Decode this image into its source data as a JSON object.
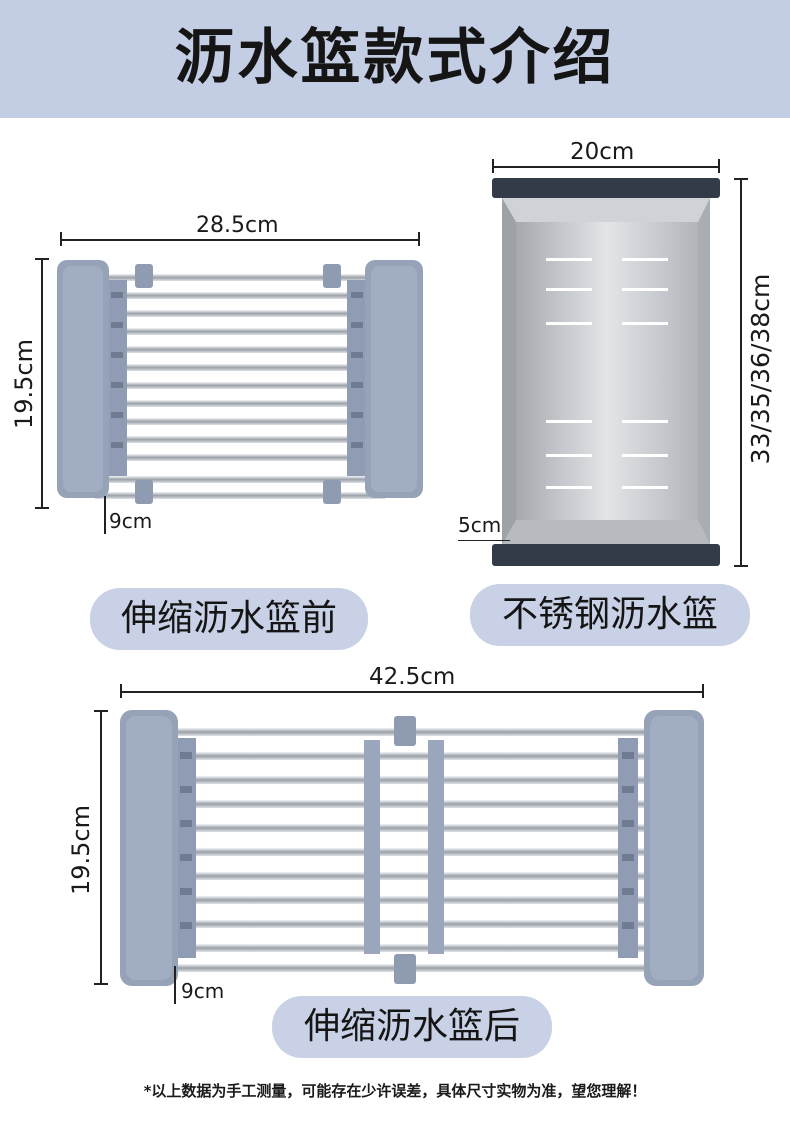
{
  "header": {
    "title": "沥水篮款式介绍"
  },
  "products": {
    "before": {
      "label": "伸缩沥水篮前",
      "width": "28.5cm",
      "height": "19.5cm",
      "depth": "9cm"
    },
    "steel": {
      "label": "不锈钢沥水篮",
      "width": "20cm",
      "length": "33/35/36/38cm",
      "depth": "5cm"
    },
    "after": {
      "label": "伸缩沥水篮后",
      "width": "42.5cm",
      "height": "19.5cm",
      "depth": "9cm"
    }
  },
  "footer": {
    "note": "*以上数据为手工测量，可能存在少许误差，具体尺寸实物为准，望您理解！"
  },
  "colors": {
    "header_bg": "#c3cde3",
    "pill_bg": "#c8d1e6",
    "plastic_blue_gray": "#8e9bb1",
    "steel": "#c9ccd0",
    "handle_dark": "#343b48"
  }
}
